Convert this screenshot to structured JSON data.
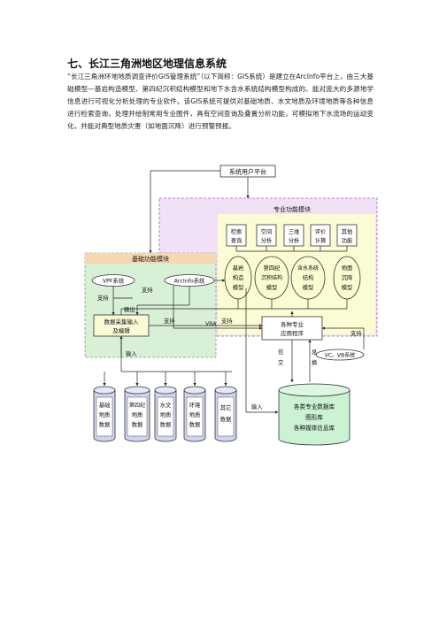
{
  "heading": "七、长江三角洲地区地理信息系统",
  "paragraph": "“长江三角洲环地地质调查评价GIS管理系统”（以下简称：GIS系统）是建立在ArcInfo平台上，由三大基础模型—基岩构造模型、第四纪沉积结构模型和地下水含水系统结构模型构成的、能对庞大的多源地学信息进行可视化分析处理的专业软件。该GIS系统可提供对基础地质、水文地质及环境地质等各种信息进行检索查询，处理并绘制常用专业图件，具有空间查询及叠置分析功能，可模拟地下水流场的运动变化，并能对典型地质灾害（如地面沉降）进行预警预报。",
  "diagram": {
    "user_platform": "系统用户平台",
    "pro_module_title": "专业功能模块",
    "pro_functions": [
      [
        "检索",
        "查询"
      ],
      [
        "空间",
        "分析"
      ],
      [
        "三维",
        "分析"
      ],
      [
        "评价",
        "计算"
      ],
      [
        "其他",
        "功能"
      ]
    ],
    "models": [
      [
        "基岩",
        "构造",
        "模型"
      ],
      [
        "第四纪",
        "沉积结构",
        "模型"
      ],
      [
        "含水系统",
        "结构",
        "模型"
      ],
      [
        "地面",
        "沉降",
        "模型"
      ]
    ],
    "base_module_title": "基础功能模块",
    "vpf_system": "VPF系统",
    "arcinfo_system": "ArcInfo系统",
    "data_input_box": [
      "数据采集输入",
      "及编辑"
    ],
    "app_box": [
      "各种专业",
      "应用程序"
    ],
    "vc_vb_system": "VC、VB系统",
    "label_support_1": "支持",
    "label_support_2": "支持",
    "label_support_3": "支持",
    "label_support_4": "支持",
    "label_output": "输出",
    "label_vba": "VBA",
    "label_input_1": "输入",
    "label_input_2": "输入",
    "label_info": "信",
    "label_exchange": "交",
    "label_xi": "息",
    "label_huan": "换",
    "databases": [
      [
        "基础",
        "地质",
        "数据"
      ],
      [
        "第四纪",
        "地质",
        "数据"
      ],
      [
        "水文",
        "地质",
        "数据"
      ],
      [
        "环境",
        "地质",
        "数据"
      ],
      [
        "其它",
        "数据"
      ]
    ],
    "big_db": [
      "各类专业数据库",
      "图形库",
      "各种媒体信息库"
    ],
    "colors": {
      "pro_module_fill": "#f2e1f6",
      "model_fill": "#fbfbd2",
      "base_module_fill": "#d8f0d6",
      "data_box_fill": "#fafad6",
      "db_cylinder": "#d0d4ee",
      "big_db_fill": "#caf2d3"
    }
  }
}
